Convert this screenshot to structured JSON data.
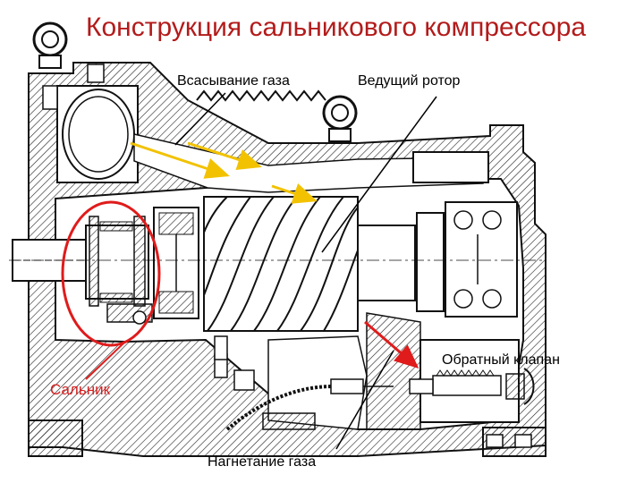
{
  "title": "Конструкция сальникового компрессора",
  "labels": {
    "suction": "Всасывание газа",
    "rotor": "Ведущий ротор",
    "check_valve": "Обратный клапан",
    "seal": "Сальник",
    "discharge": "Нагнетание газа"
  },
  "colors": {
    "title": "#b31b1b",
    "seal_highlight": "#e01b1b",
    "gas_flow_arrows": "#f2c200",
    "discharge_arrow": "#e01b1b",
    "hatching": "#222222"
  }
}
